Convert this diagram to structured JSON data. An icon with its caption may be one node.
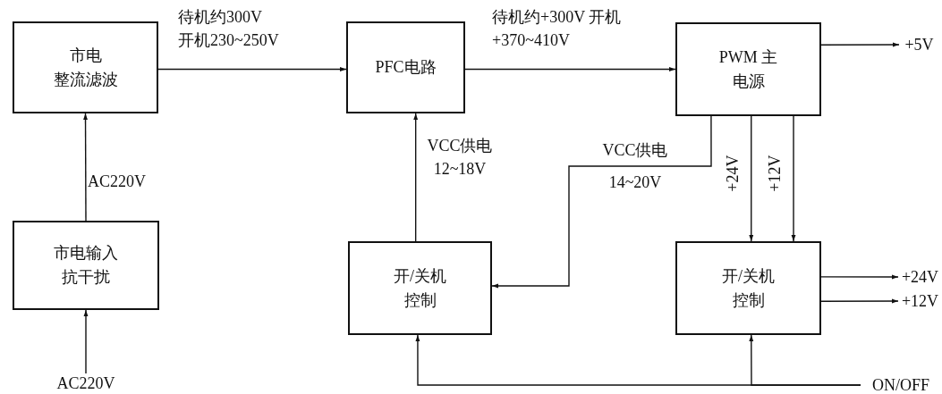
{
  "diagram": {
    "nodes": [
      {
        "text": [
          "市电",
          "整流滤波"
        ]
      },
      {
        "text": [
          "市电输入抗干扰"
        ]
      },
      {
        "text": [
          "PFC电路"
        ]
      },
      {
        "text": [
          "PWM 主电源"
        ]
      },
      {
        "text": [
          "开/关机控制"
        ]
      },
      {
        "text": [
          "开/关机控制"
        ]
      },
      {
        "text": [
          "AC220V"
        ]
      },
      {
        "text": [
          "+5V"
        ]
      },
      {
        "text": [
          "+24V"
        ]
      },
      {
        "text": [
          "+12V"
        ]
      },
      {
        "text": [
          "ON/OFF"
        ]
      }
    ],
    "edges": [
      {
        "from": 6,
        "to": 1,
        "arrow": "to"
      },
      {
        "from": 1,
        "to": 0,
        "arrow": "to",
        "label": "AC220V"
      },
      {
        "from": 0,
        "to": 2,
        "arrow": "to",
        "label": "待机约300V 开机230~250V"
      },
      {
        "from": 2,
        "to": 3,
        "arrow": "to",
        "label": "待机约+300V 开机+370~410V"
      },
      {
        "from": 3,
        "to": 7,
        "arrow": "to"
      },
      {
        "from": 4,
        "to": 2,
        "arrow": "to",
        "label": "VCC供电 12~18V"
      },
      {
        "from": 3,
        "to": 4,
        "arrow": "to",
        "label": "VCC供电 14~20V"
      },
      {
        "from": 3,
        "to": 5,
        "arrow": "to",
        "label": "+24V"
      },
      {
        "from": 3,
        "to": 5,
        "arrow": "to",
        "label": "+12V"
      },
      {
        "from": 5,
        "to": 8,
        "arrow": "to"
      },
      {
        "from": 5,
        "to": 9,
        "arrow": "to"
      },
      {
        "from": 10,
        "to": 5,
        "arrow": "to"
      },
      {
        "from": 10,
        "to": 4,
        "arrow": "to"
      }
    ]
  }
}
